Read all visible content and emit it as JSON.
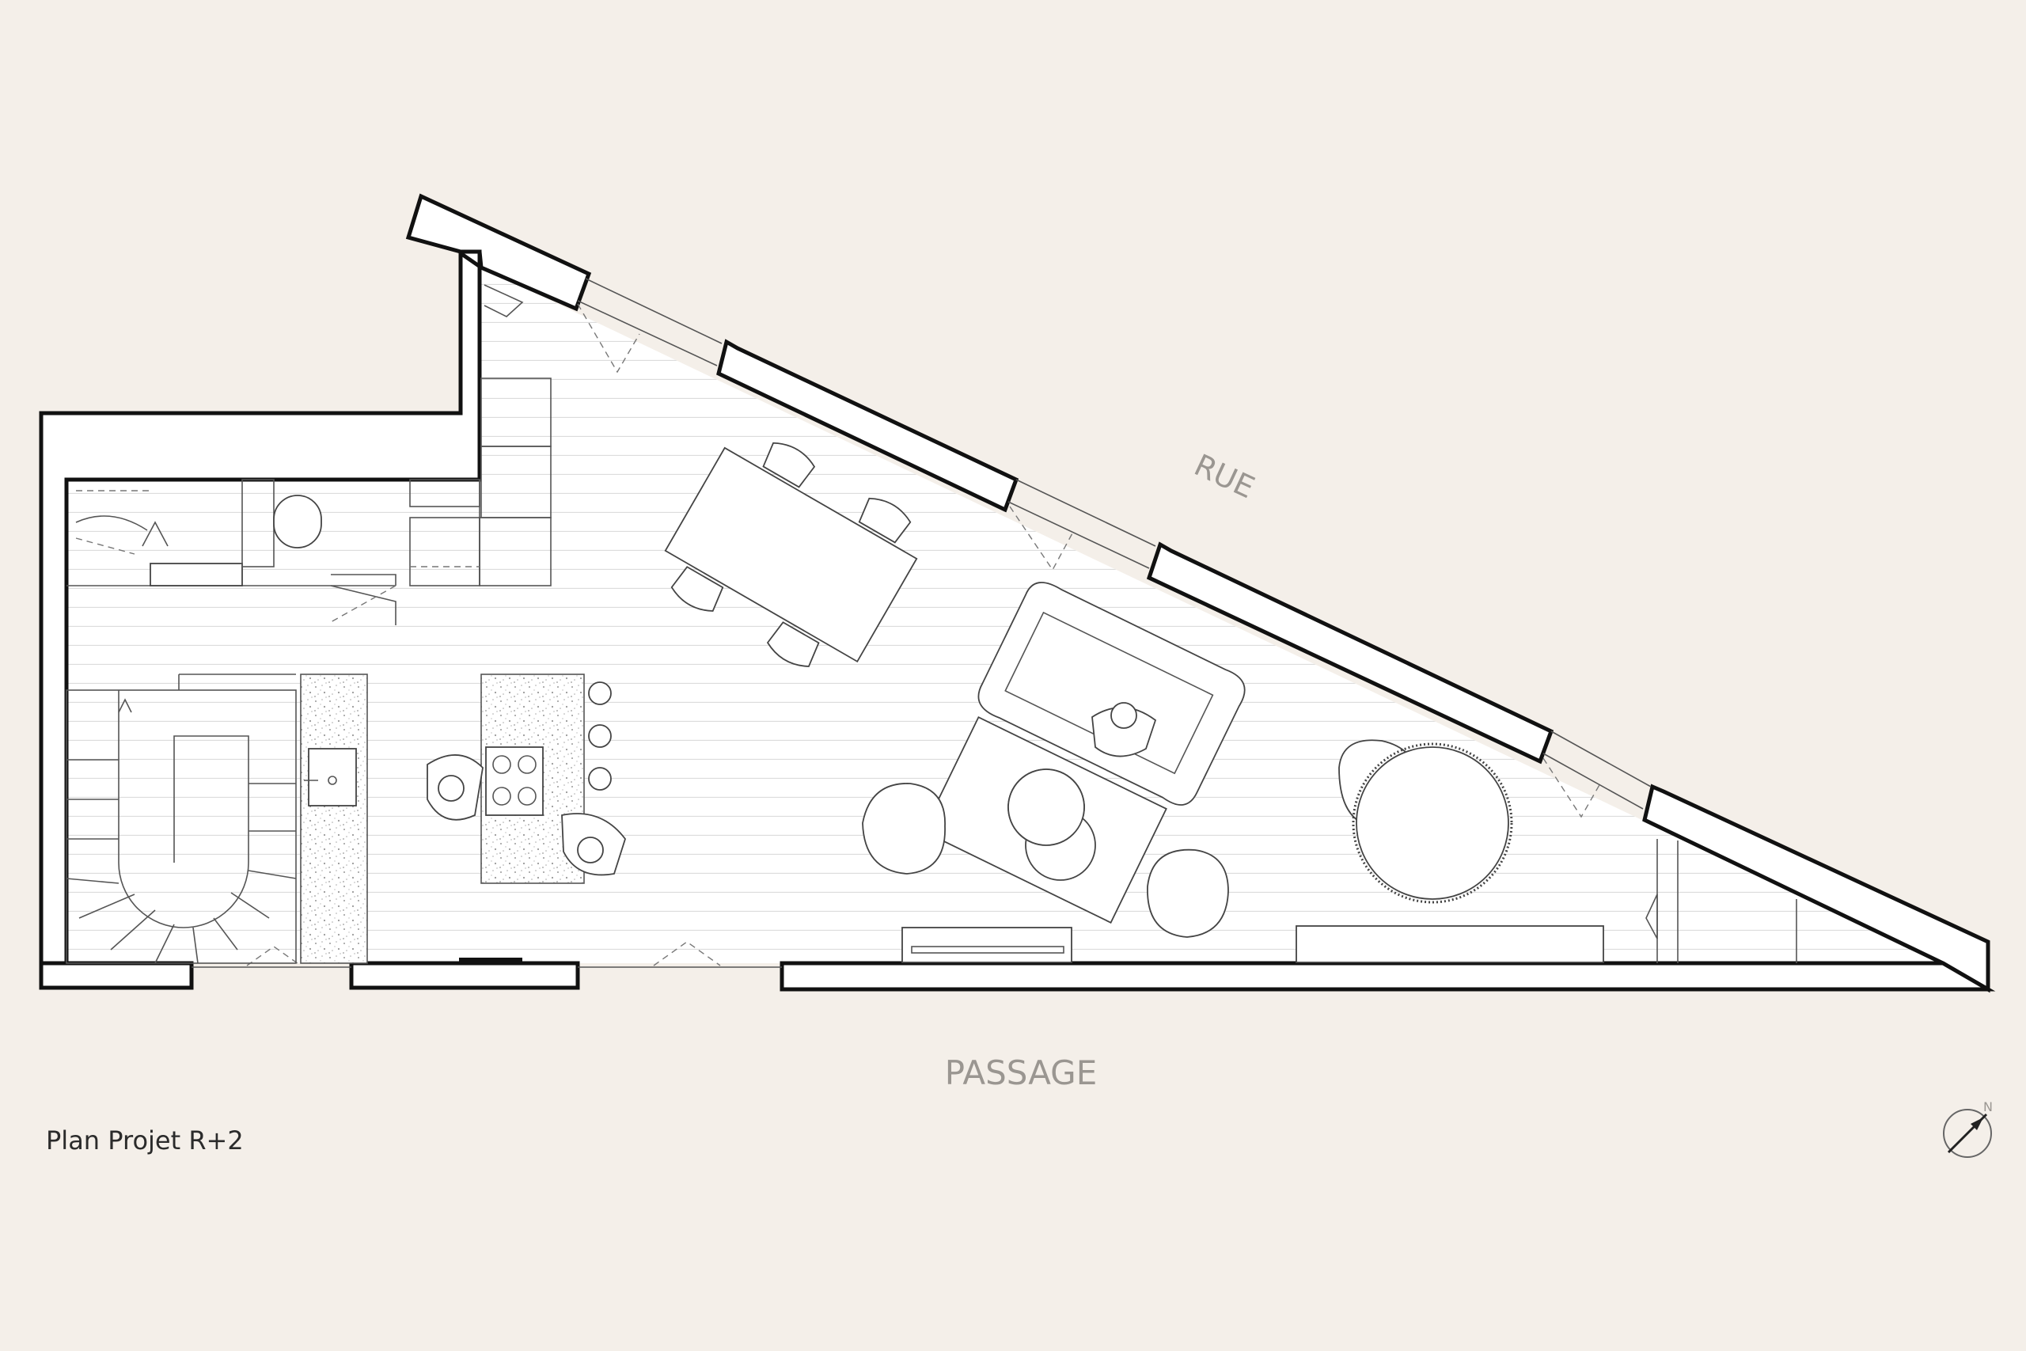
{
  "labels": {
    "street": "RUE",
    "passage": "PASSAGE",
    "plan_title": "Plan Projet R+2",
    "north": "N"
  },
  "colors": {
    "background": "#f4efe9",
    "interior": "#ffffff",
    "wall_outline": "#111111",
    "label_grey": "#9a9691",
    "title_text": "#2b2b2b"
  },
  "icons": {
    "north_arrow": "compass-north-icon"
  }
}
